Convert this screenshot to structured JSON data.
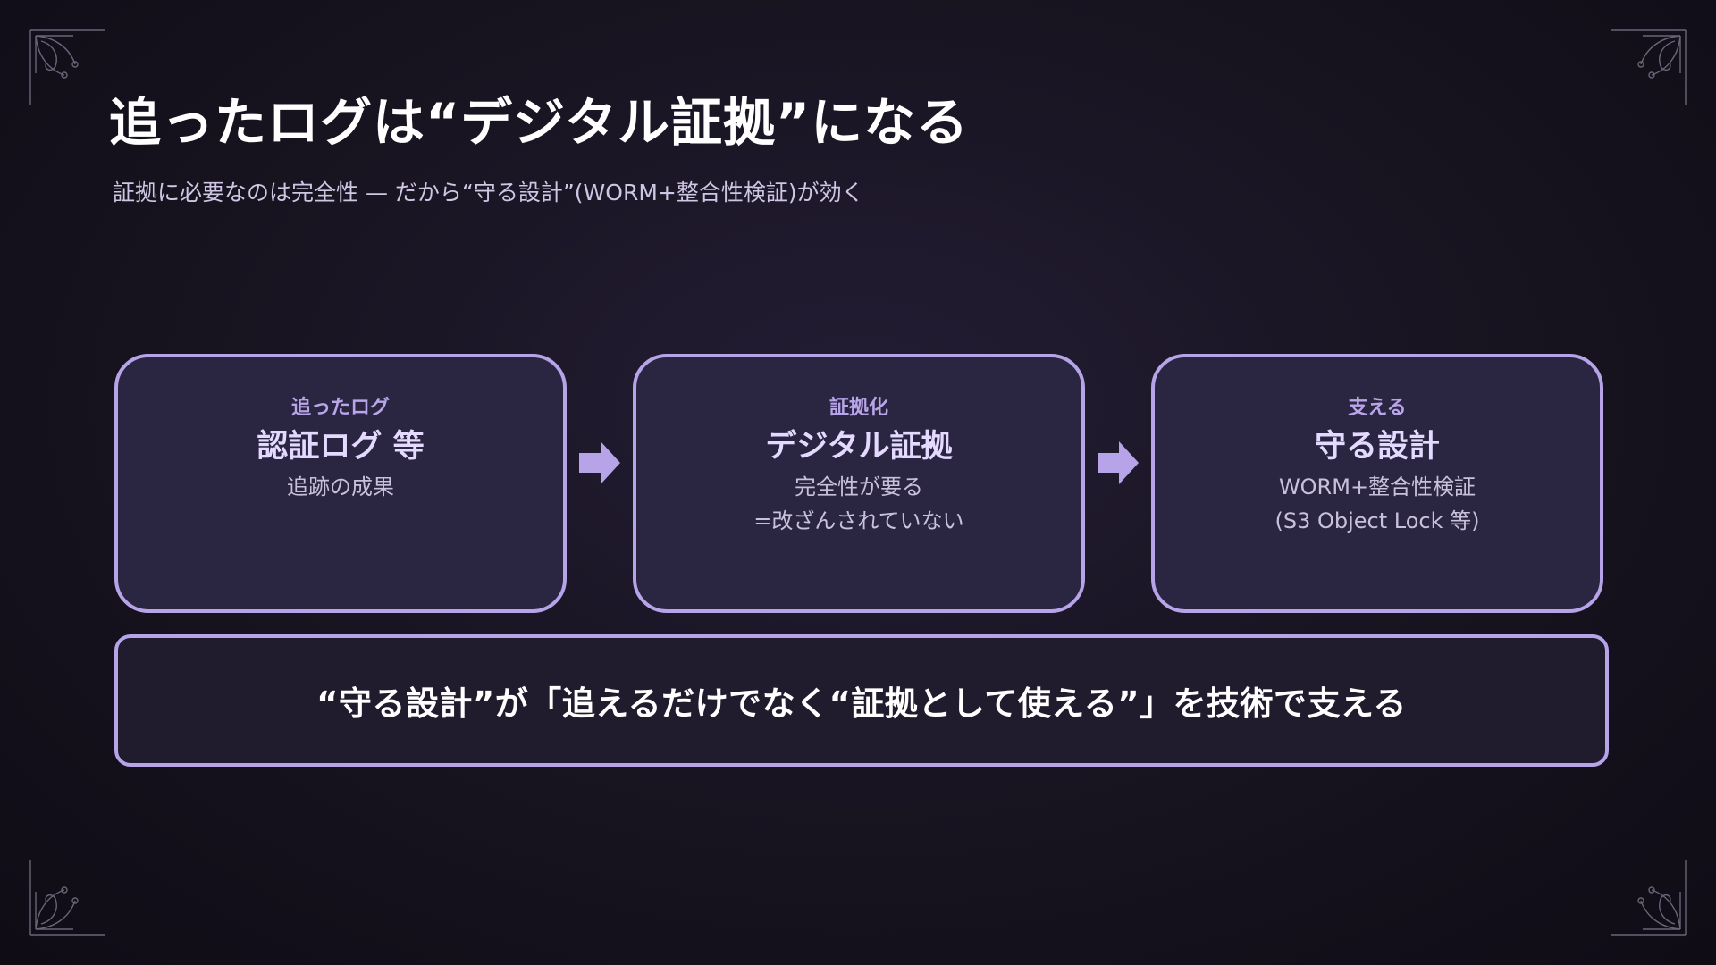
{
  "slide": {
    "title": "追ったログは“デジタル証拠”になる",
    "subtitle": "証拠に必要なのは完全性 — だから“守る設計”(WORM+整合性検証)が効く"
  },
  "flow": {
    "cards": [
      {
        "eyebrow": "追ったログ",
        "heading": "認証ログ 等",
        "lines": [
          "追跡の成果"
        ]
      },
      {
        "eyebrow": "証拠化",
        "heading": "デジタル証拠",
        "lines": [
          "完全性が要る",
          "=改ざんされていない"
        ]
      },
      {
        "eyebrow": "支える",
        "heading": "守る設計",
        "lines": [
          "WORM+整合性検証",
          "(S3 Object Lock 等)"
        ]
      }
    ],
    "connector_icon": "arrow-right-icon"
  },
  "banner": {
    "text": "“守る設計”が「追えるだけでなく“証拠として使える”」を技術で支える"
  },
  "decor": {
    "corner_icon": "ornament-corner-icon"
  },
  "colors": {
    "background": "#17131f",
    "accent": "#b6a3e8",
    "card_fill": "#2a2540",
    "eyebrow": "#b8a5ea",
    "heading": "#e4daff",
    "body_text": "#c9c1dc",
    "banner_fill": "#201b2d"
  }
}
